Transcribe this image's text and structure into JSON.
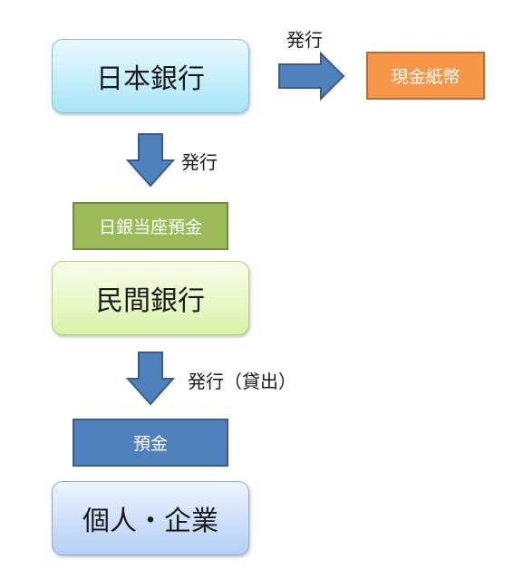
{
  "nodes": {
    "boj": "日本銀行",
    "cash": "現金紙幣",
    "current_account": "日銀当座預金",
    "private_bank": "民間銀行",
    "deposit": "預金",
    "individual": "個人・企業"
  },
  "edge_labels": {
    "issue_cash": "発行",
    "issue_current": "発行",
    "issue_deposit": "発行（貸出）"
  },
  "colors": {
    "arrow_fill": "#4f81bd",
    "arrow_stroke": "#385d8a",
    "cash_fill": "#f79646",
    "current_fill": "#9bbb59",
    "deposit_fill": "#4f81bd"
  }
}
